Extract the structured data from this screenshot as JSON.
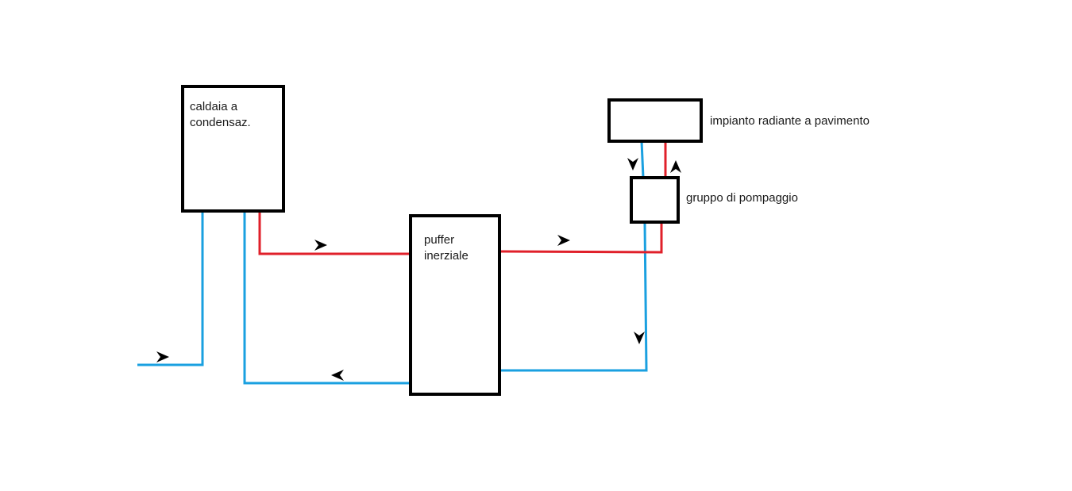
{
  "boiler": {
    "label_line1": "caldaia a",
    "label_line2": "condensaz."
  },
  "buffer": {
    "label_line1": "puffer",
    "label_line2": "inerziale"
  },
  "floor_heating": {
    "label": "impianto radiante a pavimento"
  },
  "pump_group": {
    "label": "gruppo di pompaggio"
  },
  "colors": {
    "supply_pipe": "#e0202a",
    "return_pipe": "#1aa0e0",
    "box_border": "#000000",
    "arrow": "#000000"
  }
}
